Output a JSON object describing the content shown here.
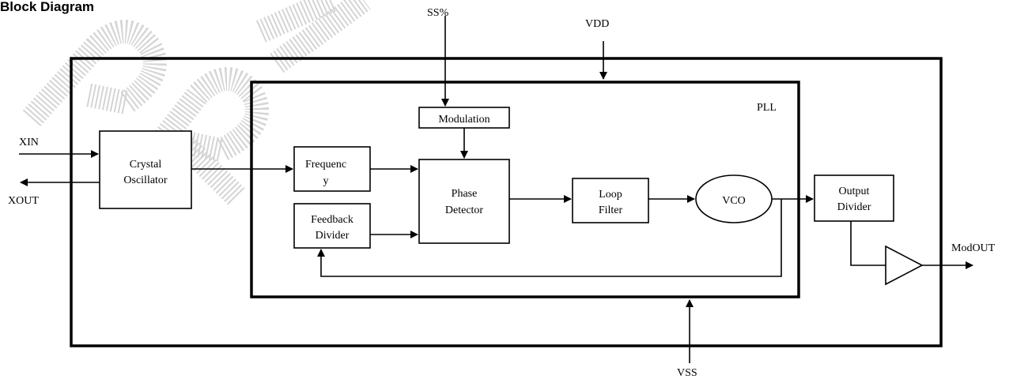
{
  "title": "Block Diagram",
  "pins": {
    "ss": "SS%",
    "vdd": "VDD",
    "vss": "VSS",
    "xin": "XIN",
    "xout": "XOUT",
    "modout": "ModOUT"
  },
  "pll_label": "PLL",
  "blocks": {
    "modulation": "Modulation",
    "crystal_oscillator": [
      "Crystal",
      "Oscillator"
    ],
    "frequency": [
      "Frequenc",
      "y"
    ],
    "feedback_divider": [
      "Feedback",
      "Divider"
    ],
    "phase_detector": [
      "Phase",
      "Detector"
    ],
    "loop_filter": [
      "Loop",
      "Filter"
    ],
    "vco": "VCO",
    "output_divider": [
      "Output",
      "Divider"
    ]
  }
}
